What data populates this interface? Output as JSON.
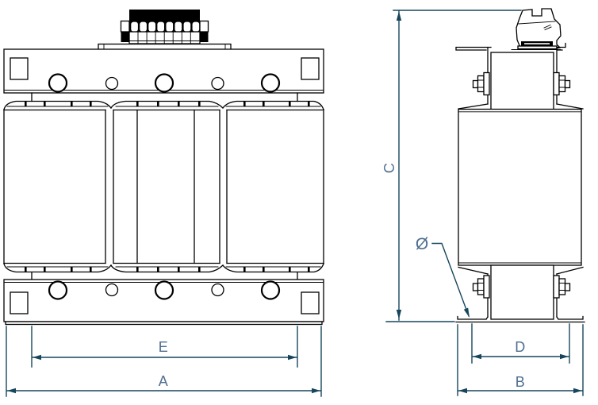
{
  "colors": {
    "background": "#ffffff",
    "drawing_line": "#000000",
    "dimension_line": "#17465c",
    "dimension_label": "#4f6f90"
  },
  "dimension_labels": {
    "overall_width": "A",
    "overall_depth": "B",
    "overall_height": "C",
    "mounting_depth": "D",
    "mounting_width": "E",
    "hole_diameter": "Ø"
  }
}
